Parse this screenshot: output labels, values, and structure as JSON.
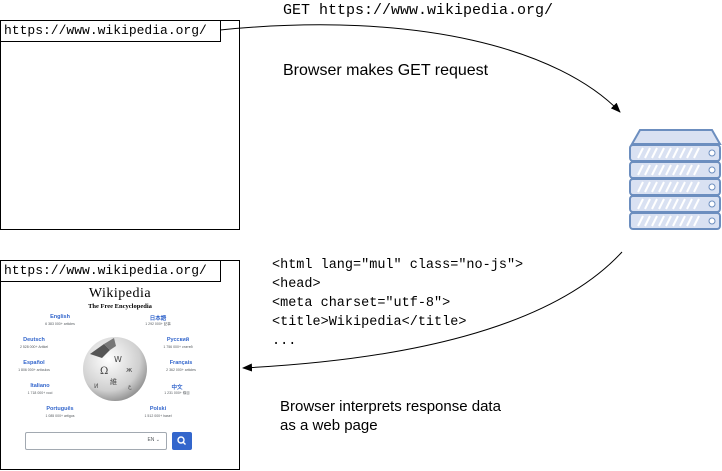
{
  "top_browser": {
    "address": "https://www.wikipedia.org/"
  },
  "bottom_browser": {
    "address": "https://www.wikipedia.org/",
    "wiki_page": {
      "wordmark": "Wikipedia",
      "tagline": "The Free Encyclopedia",
      "languages": [
        {
          "name": "English",
          "count": "6 383 000+ articles"
        },
        {
          "name": "日本語",
          "count": "1 292 000+ 記事"
        },
        {
          "name": "Deutsch",
          "count": "2 528 000+ Artikel"
        },
        {
          "name": "Русский",
          "count": "1 756 000+ статей"
        },
        {
          "name": "Español",
          "count": "1 806 000+ artículos"
        },
        {
          "name": "Français",
          "count": "2 362 000+ articles"
        },
        {
          "name": "Italiano",
          "count": "1 718 000+ voci"
        },
        {
          "name": "中文",
          "count": "1 231 000+ 條目"
        },
        {
          "name": "Português",
          "count": "1 085 000+ artigos"
        },
        {
          "name": "Polski",
          "count": "1 512 000+ haseł"
        }
      ],
      "search_lang": "EN"
    }
  },
  "request": {
    "label": "GET https://www.wikipedia.org/",
    "caption": "Browser makes GET request"
  },
  "response": {
    "code_lines": [
      "<html lang=\"mul\" class=\"no-js\">",
      "<head>",
      "<meta charset=\"utf-8\">",
      "<title>Wikipedia</title>",
      "..."
    ],
    "caption": "Browser interprets response data as a web page"
  },
  "colors": {
    "server_fill": "#d9e1f2",
    "server_stroke": "#6c8ebf",
    "wiki_link": "#3366cc",
    "search_button": "#3366cc"
  },
  "icons": [
    "server-icon",
    "wikipedia-globe-icon",
    "search-icon",
    "arrow-icon"
  ]
}
